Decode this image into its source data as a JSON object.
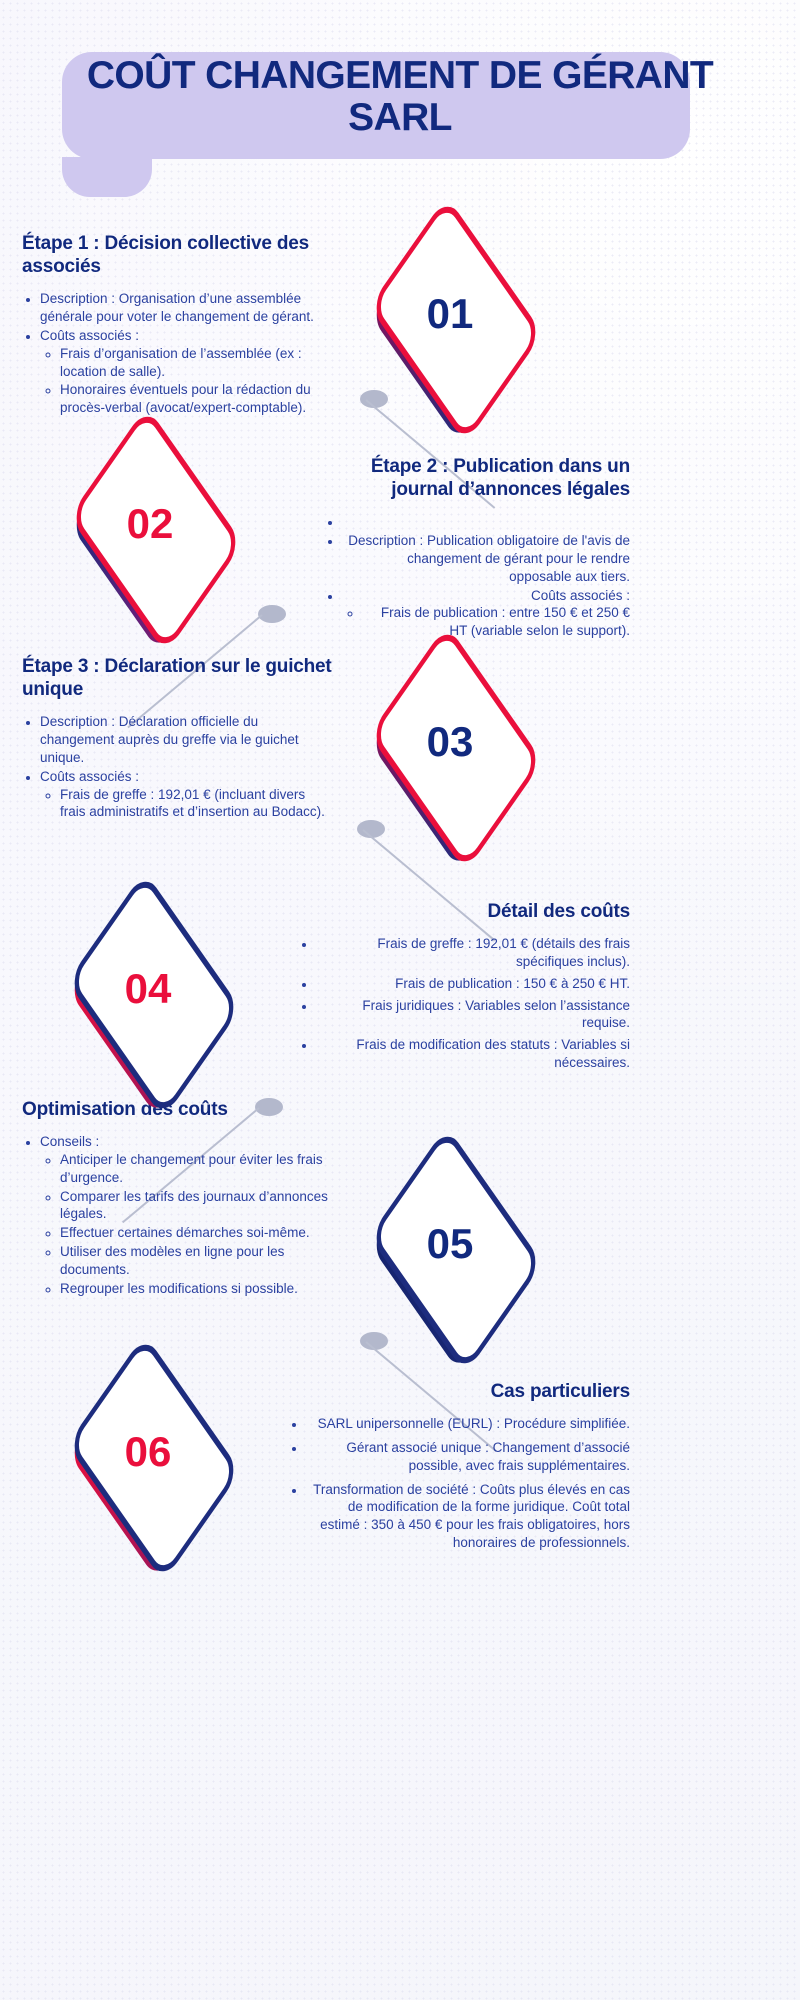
{
  "title": "COÛT CHANGEMENT DE GÉRANT SARL",
  "colors": {
    "navy": "#11297e",
    "red": "#ea0f3c",
    "title_band": "#cfc8ef",
    "background": "#f7f7fc",
    "body_text": "#2b41a0",
    "connector": "#b3b8cc"
  },
  "badges": [
    {
      "number": "01",
      "style": "red-outline-navy-number"
    },
    {
      "number": "02",
      "style": "red-outline-red-number"
    },
    {
      "number": "03",
      "style": "red-outline-navy-number"
    },
    {
      "number": "04",
      "style": "navy-red-outline-red-number"
    },
    {
      "number": "05",
      "style": "navy-outline-navy-number"
    },
    {
      "number": "06",
      "style": "navy-red-outline-red-number"
    }
  ],
  "sections": [
    {
      "id": "step-1",
      "heading": "Étape 1 : Décision collective des associés",
      "items": [
        {
          "text": "Description : Organisation d’une assemblée générale pour voter le changement de gérant.",
          "children": []
        },
        {
          "text": "Coûts associés :",
          "children": [
            "Frais d’organisation de l’assemblée (ex : location de salle).",
            "Honoraires éventuels pour la rédaction du procès-verbal (avocat/expert-comptable)."
          ]
        }
      ]
    },
    {
      "id": "step-2",
      "heading": "Étape 2 : Publication dans un journal d’annonces légales",
      "items": [
        {
          "text": "",
          "children": []
        },
        {
          "text": "Description : Publication obligatoire de l'avis de changement de gérant pour le rendre opposable aux tiers.",
          "children": []
        },
        {
          "text": "Coûts associés :",
          "children": [
            "Frais de publication : entre 150 € et 250 € HT (variable selon le support)."
          ]
        }
      ]
    },
    {
      "id": "step-3",
      "heading": "Étape 3 : Déclaration sur le guichet unique",
      "items": [
        {
          "text": "Description : Déclaration officielle du changement auprès du greffe via le guichet unique.",
          "children": []
        },
        {
          "text": "Coûts associés :",
          "children": [
            "Frais de greffe : 192,01 € (incluant divers frais administratifs et d’insertion au Bodacc)."
          ]
        }
      ]
    },
    {
      "id": "details",
      "heading": "Détail des coûts",
      "items": [
        {
          "text": "Frais de greffe : 192,01 € (détails des frais spécifiques inclus).",
          "children": []
        },
        {
          "text": "Frais de publication : 150 € à 250 € HT.",
          "children": []
        },
        {
          "text": "Frais juridiques : Variables selon l’assistance requise.",
          "children": []
        },
        {
          "text": "Frais de modification des statuts : Variables si nécessaires.",
          "children": []
        }
      ]
    },
    {
      "id": "optimisation",
      "heading": "Optimisation des coûts",
      "items": [
        {
          "text": "Conseils :",
          "children": [
            "Anticiper le changement pour éviter les frais d’urgence.",
            "Comparer les tarifs des journaux d’annonces légales.",
            "Effectuer certaines démarches soi-même.",
            "Utiliser des modèles en ligne pour les documents.",
            "Regrouper les modifications si possible."
          ]
        }
      ]
    },
    {
      "id": "cas-particuliers",
      "heading": "Cas particuliers",
      "items": [
        {
          "text": "SARL unipersonnelle (EURL) : Procédure simplifiée.",
          "children": []
        },
        {
          "text": "Gérant associé unique : Changement d’associé possible, avec frais supplémentaires.",
          "children": []
        },
        {
          "text": "Transformation de société : Coûts plus élevés en cas de modification de la forme juridique. Coût total estimé : 350 à 450 € pour les frais obligatoires, hors honoraires de professionnels.",
          "children": []
        }
      ]
    }
  ]
}
